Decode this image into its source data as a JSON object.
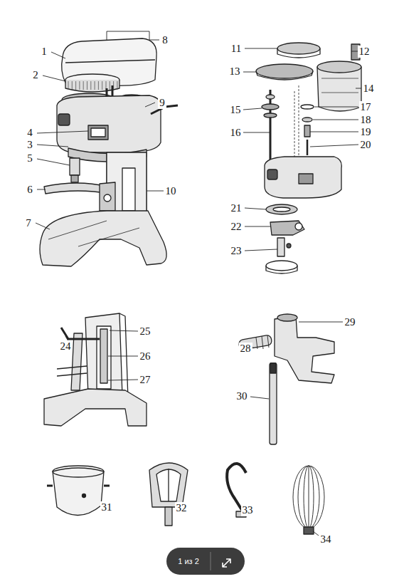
{
  "diagram": {
    "labels": [
      "1",
      "2",
      "3",
      "4",
      "5",
      "6",
      "7",
      "8",
      "9",
      "10",
      "11",
      "12",
      "13",
      "14",
      "15",
      "16",
      "17",
      "18",
      "19",
      "20",
      "21",
      "22",
      "23",
      "24",
      "25",
      "26",
      "27",
      "28",
      "29",
      "30",
      "31",
      "32",
      "33",
      "34",
      "1 из 2"
    ]
  }
}
